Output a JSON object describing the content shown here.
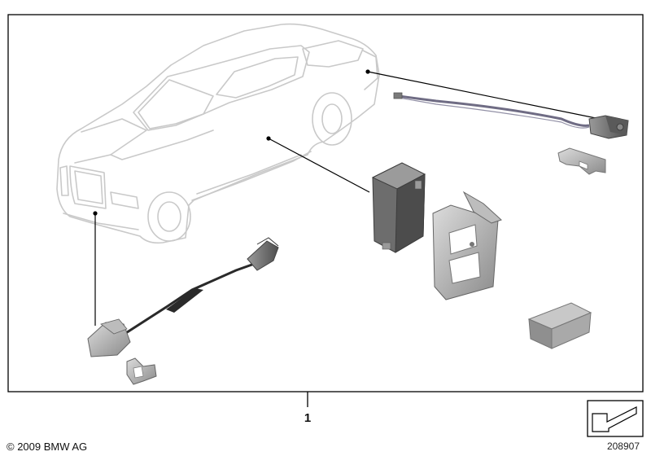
{
  "callout_number": "1",
  "copyright": "© 2009 BMW AG",
  "diagram_number": "208907",
  "icons": {
    "car": "vehicle-outline",
    "rear_camera": "camera-module",
    "front_camera": "camera-module",
    "control_unit": "control-unit",
    "bracket": "mounting-bracket",
    "small_bracket": "clip-bracket",
    "box": "parts-box",
    "corner": "page-corner-arrow"
  }
}
